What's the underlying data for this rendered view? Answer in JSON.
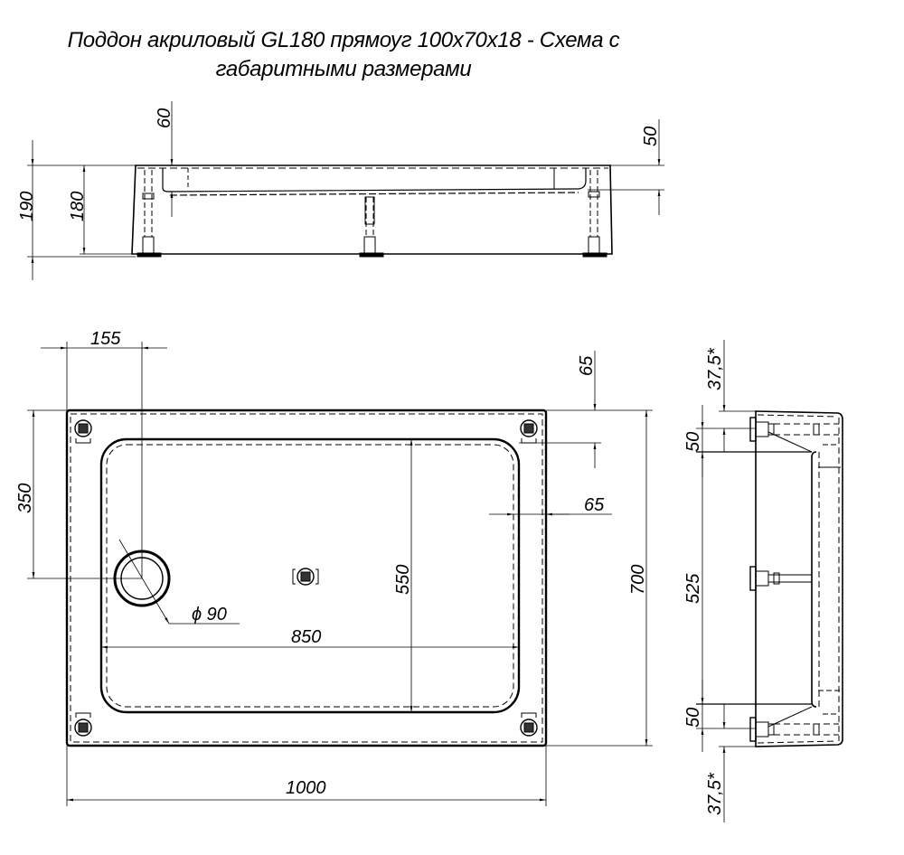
{
  "title": {
    "line1": "Поддон акриловый  GL180 прямоуг 100х70х18 - Схема с",
    "line2": "габаритными размерами"
  },
  "colors": {
    "line": "#000000",
    "background": "#ffffff"
  },
  "views": {
    "front": {
      "dims": {
        "total_height": "190",
        "body_height": "180",
        "inner_depth": "60",
        "rim_depth": "50"
      }
    },
    "top": {
      "dims": {
        "drain_offset_x": "155",
        "drain_offset_y": "350",
        "drain_diameter": "ϕ 90",
        "rim_top": "65",
        "rim_side": "65",
        "inner_height": "550",
        "inner_width": "850",
        "total_height": "700",
        "total_width": "1000"
      }
    },
    "side": {
      "dims": {
        "top_offset": "37,5*",
        "top_foot": "50",
        "foot_span": "525",
        "bottom_foot": "50",
        "bottom_offset": "37,5*"
      }
    }
  }
}
